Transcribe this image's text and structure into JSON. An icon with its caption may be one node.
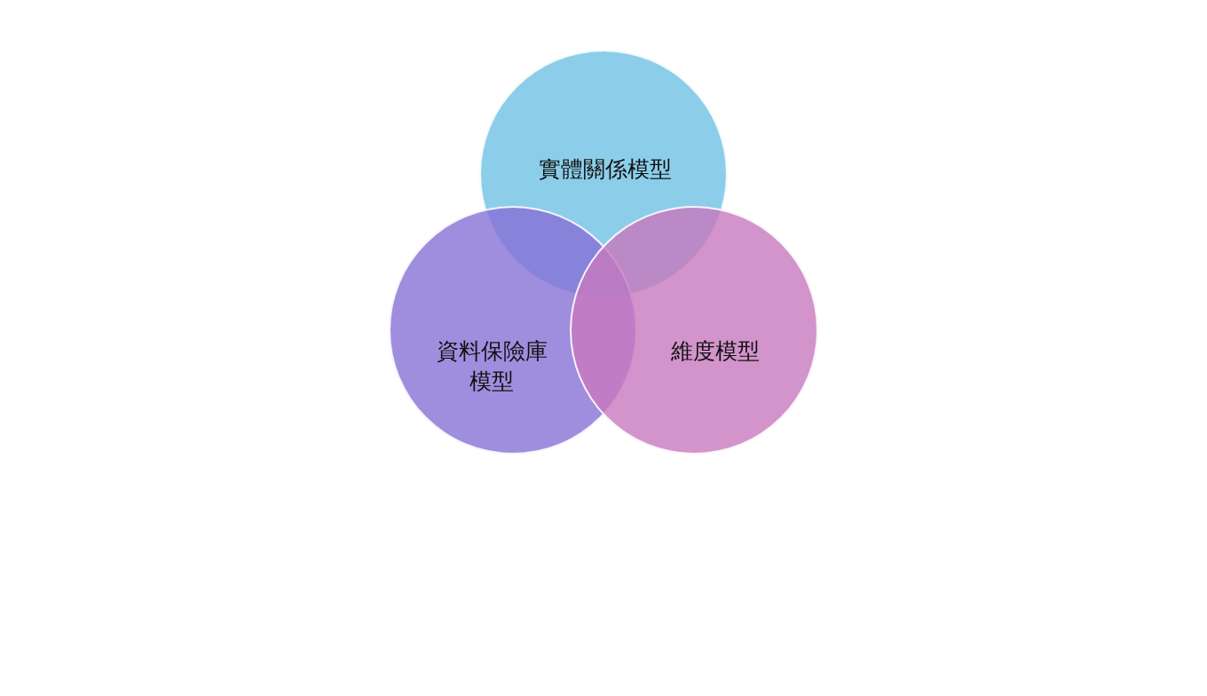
{
  "diagram": {
    "nodes": [
      {
        "text": [
          "實體關係模型"
        ]
      },
      {
        "text": [
          "資料保險庫模型"
        ]
      },
      {
        "text": [
          "維度模型"
        ]
      }
    ]
  }
}
